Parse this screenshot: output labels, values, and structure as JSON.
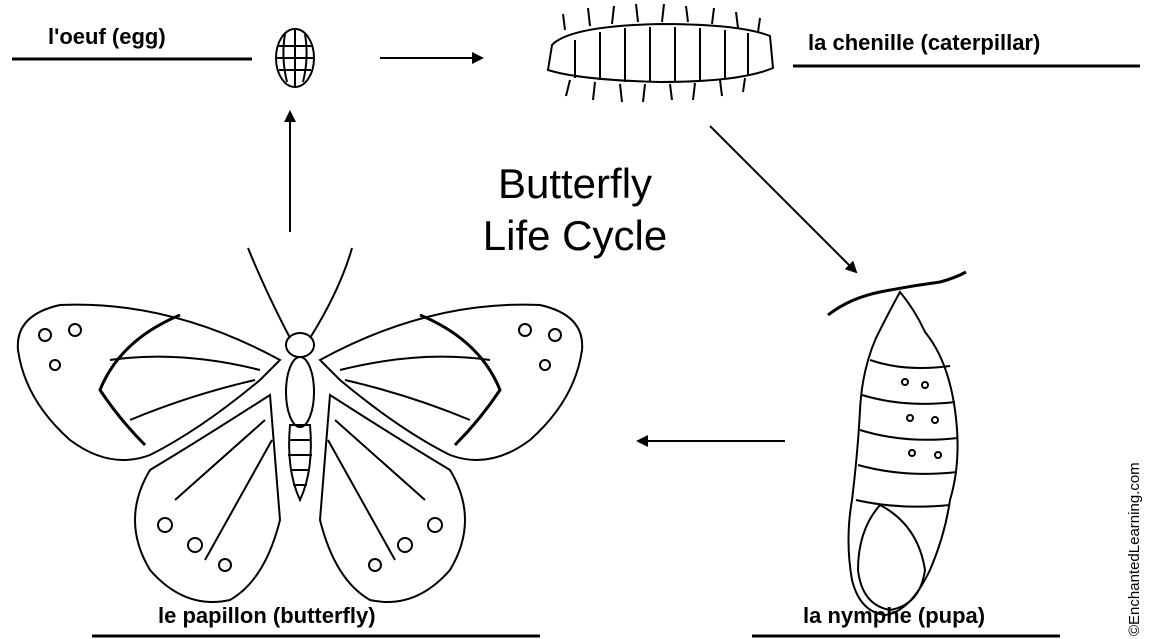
{
  "title": {
    "line1": "Butterfly",
    "line2": "Life Cycle"
  },
  "stages": {
    "egg": "l'oeuf (egg)",
    "caterpillar": "la chenille (caterpillar)",
    "pupa": "la nymphe (pupa)",
    "butterfly": "le papillon (butterfly)"
  },
  "credit": "©EnchantedLearning.com",
  "colors": {
    "ink": "#000000",
    "background": "#ffffff"
  }
}
